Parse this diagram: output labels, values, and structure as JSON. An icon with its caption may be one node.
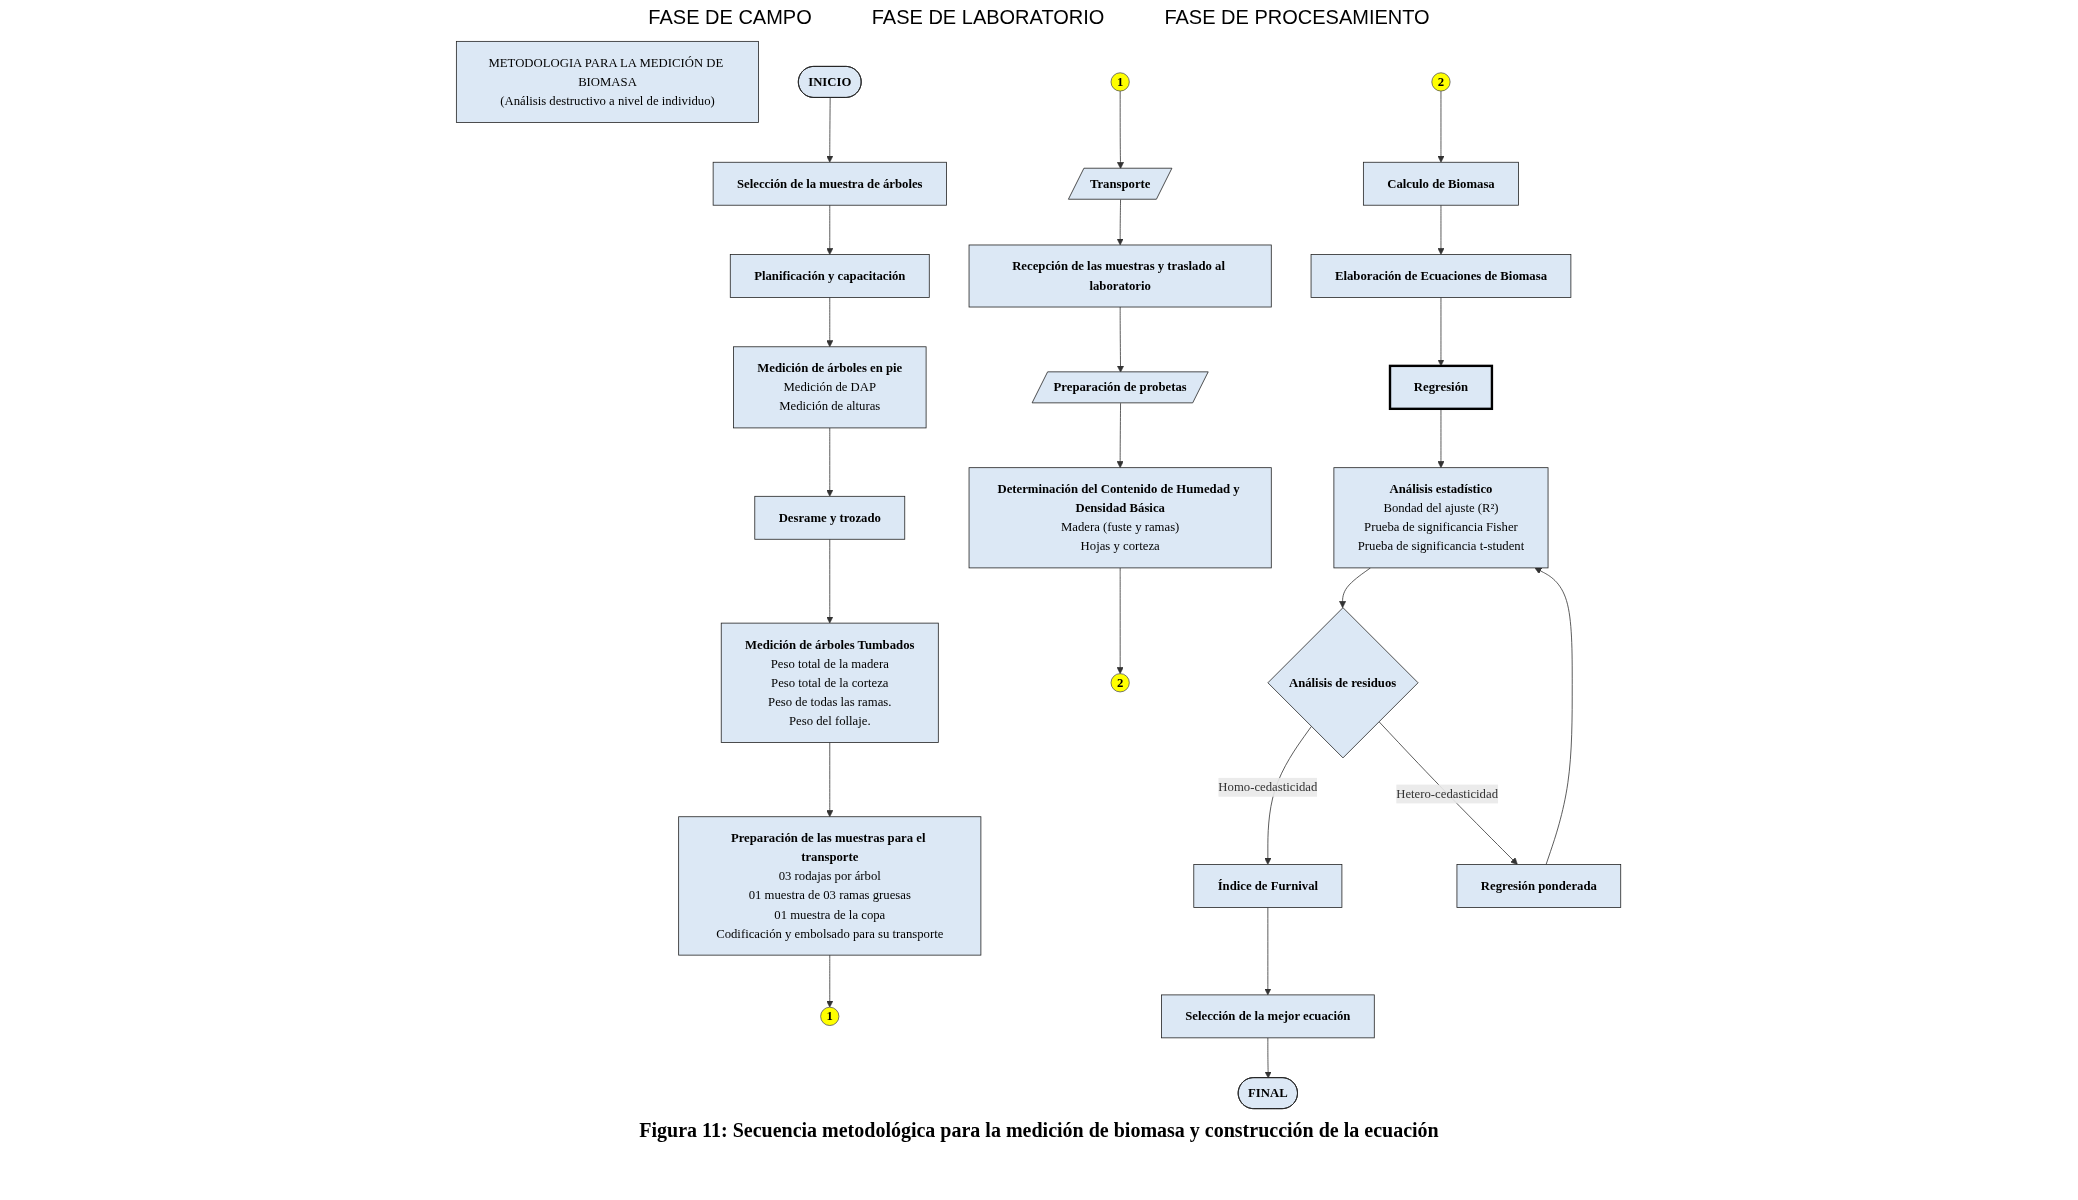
{
  "diagram": {
    "caption": "Figura 11: Secuencia metodológica para la medición de biomasa y construcción de la ecuación",
    "nodes": [
      {
        "text": [
          "METODOLOGIA PARA LA MEDICIÓN DE BIOMASA",
          "(Análisis destructivo a nivel de individuo)"
        ]
      },
      {
        "text": [
          "INICIO"
        ]
      },
      {
        "text": [
          "Selección de la muestra de árboles"
        ]
      },
      {
        "text": [
          "Planificación y capacitación"
        ]
      },
      {
        "text": [
          "Medición de árboles en pie",
          "Medición de DAP",
          "Medición de alturas"
        ]
      },
      {
        "text": [
          "Desrame y trozado"
        ]
      },
      {
        "text": [
          "Medición de árboles Tumbados",
          "Peso total de la madera",
          "Peso total de la corteza",
          "Peso de todas las ramas.",
          "Peso del follaje."
        ]
      },
      {
        "text": [
          "Preparación de las muestras para el transporte",
          "03 rodajas por árbol",
          "01 muestra de 03 ramas gruesas",
          "01 muestra de la copa",
          "Codificación y embolsado para su transporte"
        ]
      },
      {
        "text": [
          "1"
        ]
      },
      {
        "text": [
          "1"
        ]
      },
      {
        "text": [
          "Transporte"
        ]
      },
      {
        "text": [
          "Recepción de las muestras y traslado al laboratorio"
        ]
      },
      {
        "text": [
          "Preparación de probetas"
        ]
      },
      {
        "text": [
          "Determinación del Contenido de Humedad y Densidad Básica",
          "Madera (fuste y ramas)",
          "Hojas y corteza"
        ]
      },
      {
        "text": [
          "2"
        ]
      },
      {
        "text": [
          "2"
        ]
      },
      {
        "text": [
          "Calculo de Biomasa"
        ]
      },
      {
        "text": [
          "Elaboración de Ecuaciones de Biomasa"
        ]
      },
      {
        "text": [
          "Regresión"
        ]
      },
      {
        "text": [
          "Análisis estadístico",
          "Bondad del ajuste (R²)",
          "Prueba de significancia Fisher",
          "Prueba de significancia t-student"
        ]
      },
      {
        "text": [
          "Regresión ponderada"
        ]
      },
      {
        "text": [
          "Análisis de residuos"
        ]
      },
      {
        "text": [
          "Índice de Furnival"
        ]
      },
      {
        "text": [
          "Selección de la mejor ecuación"
        ]
      },
      {
        "text": [
          "FINAL"
        ]
      }
    ],
    "edges": [
      {
        "from": 1,
        "to": 2,
        "arrow": "to"
      },
      {
        "from": 2,
        "to": 3,
        "arrow": "to"
      },
      {
        "from": 3,
        "to": 4,
        "arrow": "to"
      },
      {
        "from": 4,
        "to": 5,
        "arrow": "to"
      },
      {
        "from": 5,
        "to": 6,
        "arrow": "to"
      },
      {
        "from": 6,
        "to": 7,
        "arrow": "to"
      },
      {
        "from": 7,
        "to": 8,
        "arrow": "to"
      },
      {
        "from": 9,
        "to": 10,
        "arrow": "to"
      },
      {
        "from": 10,
        "to": 11,
        "arrow": "to"
      },
      {
        "from": 11,
        "to": 12,
        "arrow": "to"
      },
      {
        "from": 12,
        "to": 13,
        "arrow": "to"
      },
      {
        "from": 13,
        "to": 14,
        "arrow": "to"
      },
      {
        "from": 15,
        "to": 16,
        "arrow": "to"
      },
      {
        "from": 16,
        "to": 17,
        "arrow": "to"
      },
      {
        "from": 17,
        "to": 18,
        "arrow": "to"
      },
      {
        "from": 18,
        "to": 19,
        "arrow": "to"
      },
      {
        "from": 19,
        "to": 21,
        "arrow": "to"
      },
      {
        "from": 21,
        "to": 22,
        "arrow": "to",
        "label": "Homo-cedasticidad"
      },
      {
        "from": 21,
        "to": 20,
        "arrow": "to",
        "label": "Hetero-cedasticidad"
      },
      {
        "from": 20,
        "to": 19,
        "arrow": "to"
      },
      {
        "from": 22,
        "to": 23,
        "arrow": "to"
      },
      {
        "from": 23,
        "to": 24,
        "arrow": "to"
      }
    ],
    "labels": [
      "FASE DE CAMPO",
      "FASE DE LABORATORIO",
      "FASE DE PROCESAMIENTO"
    ]
  }
}
